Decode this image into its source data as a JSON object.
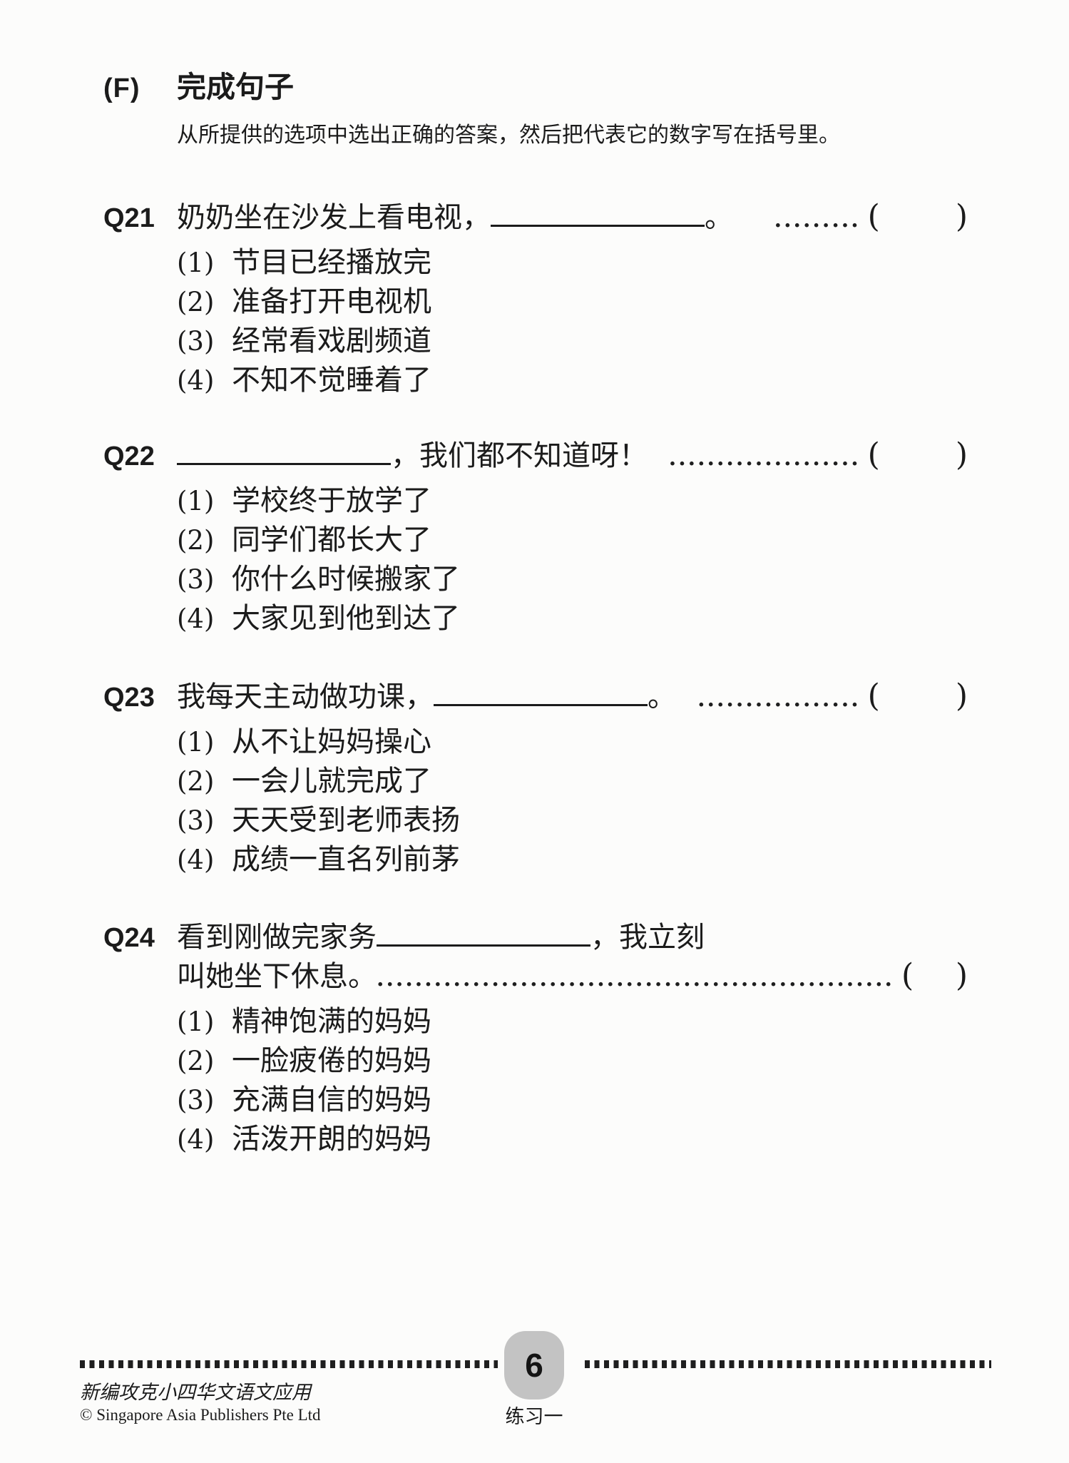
{
  "header": {
    "section_label": "(F)",
    "section_title": "完成句子",
    "instruction": "从所提供的选项中选出正确的答案，然后把代表它的数字写在括号里。"
  },
  "questions": [
    {
      "label": "Q21",
      "pre_text": "奶奶坐在沙发上看电视，",
      "post_text": "。",
      "leader_dots": ".........",
      "bracket_open": "(",
      "bracket_close": ")",
      "options": [
        {
          "marker": "(1)",
          "text": "节目已经播放完"
        },
        {
          "marker": "(2)",
          "text": "准备打开电视机"
        },
        {
          "marker": "(3)",
          "text": "经常看戏剧频道"
        },
        {
          "marker": "(4)",
          "text": "不知不觉睡着了"
        }
      ]
    },
    {
      "label": "Q22",
      "pre_text": "",
      "post_text": "，我们都不知道呀！",
      "leader_dots": "....................",
      "bracket_open": "(",
      "bracket_close": ")",
      "options": [
        {
          "marker": "(1)",
          "text": "学校终于放学了"
        },
        {
          "marker": "(2)",
          "text": "同学们都长大了"
        },
        {
          "marker": "(3)",
          "text": "你什么时候搬家了"
        },
        {
          "marker": "(4)",
          "text": "大家见到他到达了"
        }
      ]
    },
    {
      "label": "Q23",
      "pre_text": "我每天主动做功课，",
      "post_text": "。",
      "leader_dots": ".................",
      "bracket_open": "(",
      "bracket_close": ")",
      "options": [
        {
          "marker": "(1)",
          "text": "从不让妈妈操心"
        },
        {
          "marker": "(2)",
          "text": "一会儿就完成了"
        },
        {
          "marker": "(3)",
          "text": "天天受到老师表扬"
        },
        {
          "marker": "(4)",
          "text": "成绩一直名列前茅"
        }
      ]
    },
    {
      "label": "Q24",
      "pre_text": "看到刚做完家务",
      "post_text": "，我立刻",
      "line2_text": "叫她坐下休息。",
      "leader_dots": "......................................................",
      "bracket_open": "(",
      "bracket_close": ")",
      "options": [
        {
          "marker": "(1)",
          "text": "精神饱满的妈妈"
        },
        {
          "marker": "(2)",
          "text": "一脸疲倦的妈妈"
        },
        {
          "marker": "(3)",
          "text": "充满自信的妈妈"
        },
        {
          "marker": "(4)",
          "text": "活泼开朗的妈妈"
        }
      ]
    }
  ],
  "footer": {
    "page_number": "6",
    "exercise_label": "练习一",
    "book_title": "新编攻克小四华文语文应用",
    "publisher": "© Singapore Asia Publishers Pte Ltd"
  }
}
